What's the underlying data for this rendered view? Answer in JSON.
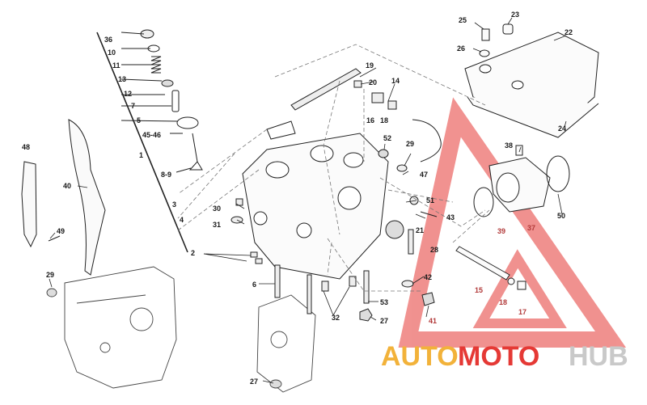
{
  "watermark": {
    "word1": "AUTO",
    "word2": "MOTO",
    "word3": "HUB",
    "color_auto": "#f2b23a",
    "color_moto": "#e53935",
    "color_hub": "#c9c9c9",
    "triangle_color": "#e53935"
  },
  "part_numbers": {
    "p36": "36",
    "p10": "10",
    "p11": "11",
    "p13": "13",
    "p12": "12",
    "p7": "7",
    "p5": "5",
    "p4546": "45-46",
    "p1": "1",
    "p89": "8-9",
    "p3": "3",
    "p4": "4",
    "p48": "48",
    "p40": "40",
    "p49": "49",
    "p2": "2",
    "p29a": "29",
    "p6": "6",
    "p30": "30",
    "p31": "31",
    "p19": "19",
    "p20": "20",
    "p14": "14",
    "p16": "16",
    "p18a": "18",
    "p52": "52",
    "p29b": "29",
    "p47": "47",
    "p51": "51",
    "p43": "43",
    "p21": "21",
    "p28": "28",
    "p42": "42",
    "p41": "41",
    "p32": "32",
    "p53": "53",
    "p27a": "27",
    "p27b": "27",
    "p25": "25",
    "p23": "23",
    "p22": "22",
    "p26": "26",
    "p24": "24",
    "p38": "38",
    "p50": "50",
    "p39": "39",
    "p37": "37",
    "p15": "15",
    "p18b": "18",
    "p17": "17"
  }
}
